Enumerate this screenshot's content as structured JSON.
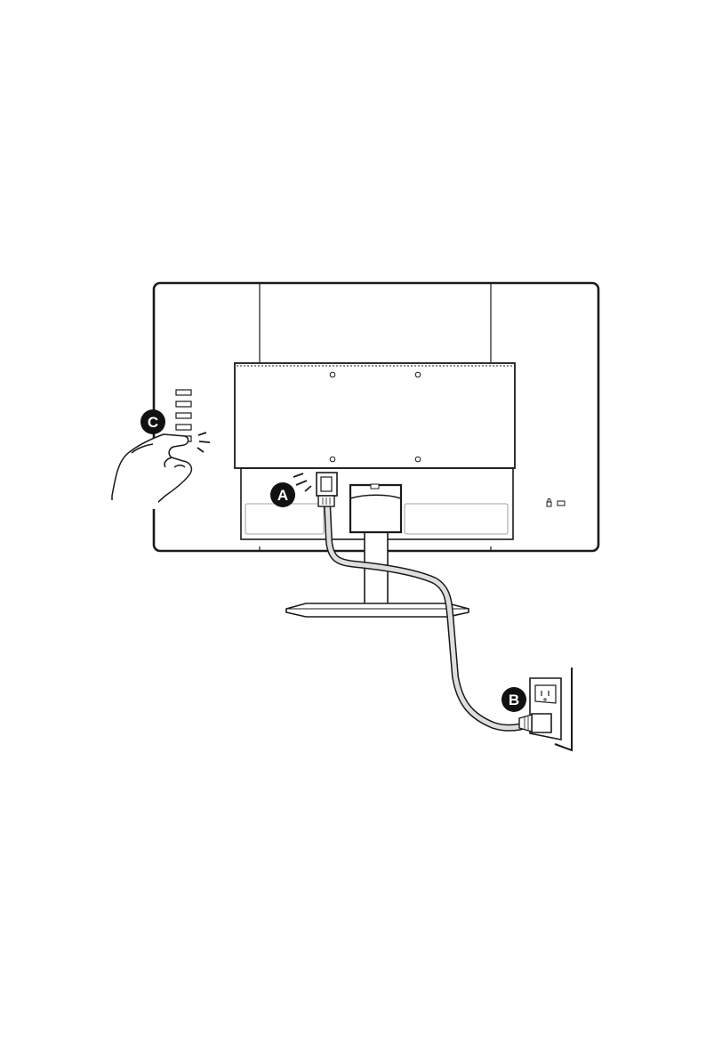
{
  "diagram": {
    "callouts": {
      "a": "A",
      "b": "B",
      "c": "C"
    },
    "icons": [
      "hand-icon",
      "power-cord",
      "wall-outlet",
      "lock-icon",
      "power-button"
    ],
    "colors": {
      "line": "#1a1a1a",
      "cord": "#d9d9d9",
      "callout_fill": "#111111",
      "callout_text": "#ffffff"
    }
  }
}
